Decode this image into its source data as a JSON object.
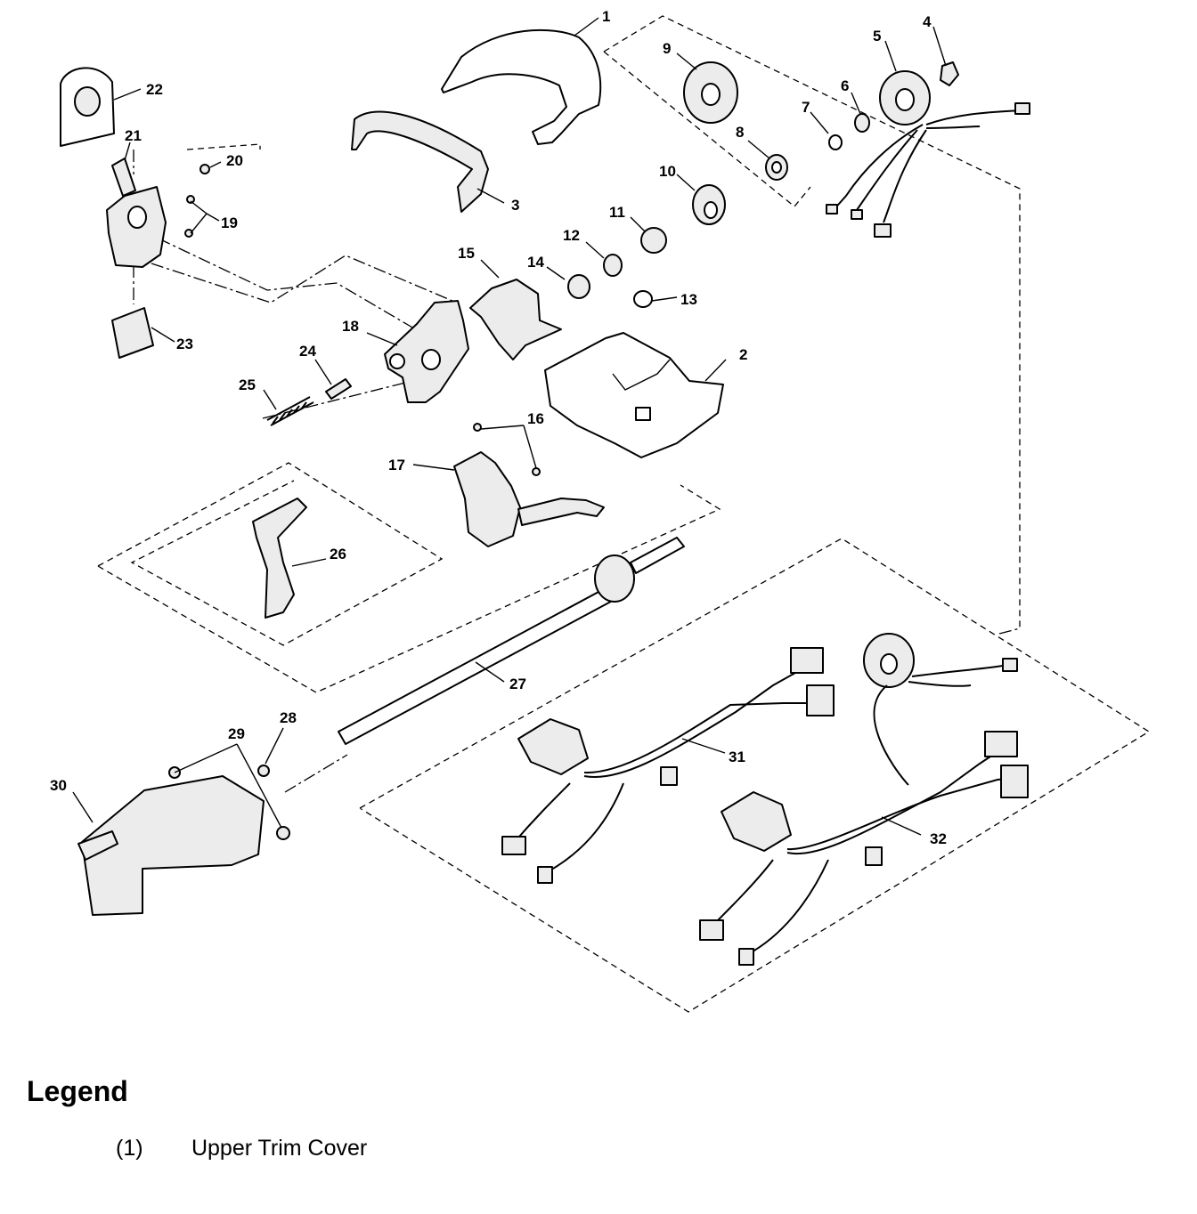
{
  "diagram": {
    "callouts": [
      "1",
      "2",
      "3",
      "4",
      "5",
      "6",
      "7",
      "8",
      "9",
      "10",
      "11",
      "12",
      "13",
      "14",
      "15",
      "16",
      "17",
      "18",
      "19",
      "20",
      "21",
      "22",
      "23",
      "24",
      "25",
      "26",
      "27",
      "28",
      "29",
      "30",
      "31",
      "32"
    ]
  },
  "legend": {
    "title": "Legend",
    "items": [
      {
        "code": "(1)",
        "label": "Upper Trim Cover"
      }
    ]
  }
}
